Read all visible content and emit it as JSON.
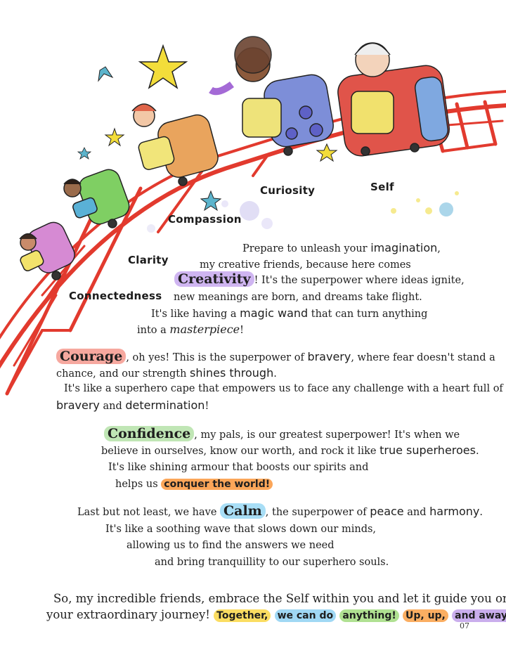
{
  "labels": {
    "curiosity": "Curiosity",
    "self": "Self",
    "compassion": "Compassion",
    "clarity": "Clarity",
    "connectedness": "Connectedness"
  },
  "creativity": {
    "l1a": "Prepare to unleash your ",
    "l1b": "imagination",
    "l1c": ",",
    "l2": "my creative friends, because here comes",
    "l3word": "Creativity",
    "l3rest": "! It's the superpower where ideas ignite,",
    "l4": "new meanings are born, and dreams take flight.",
    "l5a": "It's like having a ",
    "l5b": "magic wand",
    "l5c": " that can turn anything",
    "l6a": "into a ",
    "l6b": "masterpiece",
    "l6c": "!"
  },
  "courage": {
    "word": "Courage",
    "l1a": ", oh yes! This is the superpower of ",
    "l1b": "bravery",
    "l1c": ", where fear doesn't stand a",
    "l2a": "chance, and our strength ",
    "l2b": "shines through",
    "l2c": ".",
    "l3": "It's like a superhero cape that empowers us to face any challenge with a heart full of",
    "l4a": "bravery",
    "l4b": " and ",
    "l4c": "determination",
    "l4d": "!"
  },
  "confidence": {
    "word": "Confidence",
    "l1rest": ", my pals, is our greatest superpower! It's when we",
    "l2a": "believe in ourselves, know our worth, and rock it like ",
    "l2b": "true superheroes",
    "l2c": ".",
    "l3": "It's like shining armour that boosts our spirits and",
    "l4a": "helps us ",
    "l4b": "conquer the world!"
  },
  "calm": {
    "l1a": "Last but not least, we have ",
    "word": "Calm",
    "l1b": ", the superpower of ",
    "l1c": "peace",
    "l1d": " and ",
    "l1e": "harmony",
    "l1f": ".",
    "l2": "It's like a soothing wave that slows down our minds,",
    "l3": "allowing us to find the answers we need",
    "l4": "and bring tranquillity to our superhero souls."
  },
  "closing": {
    "l1": "So, my incredible friends, embrace the Self within you and let it guide you on",
    "l2": "your extraordinary journey! ",
    "p1": "Together,",
    "p2": "we can do",
    "p3": "anything!",
    "p4": "Up, up,",
    "p5": "and away!"
  },
  "page_number": "07",
  "colors": {
    "track": "#e23a2e",
    "highlight_purple": "#a878e6",
    "highlight_red": "#f06e5f",
    "highlight_green": "#8cd278",
    "highlight_blue": "#6ec8f0",
    "highlight_orange": "#fa963c"
  }
}
